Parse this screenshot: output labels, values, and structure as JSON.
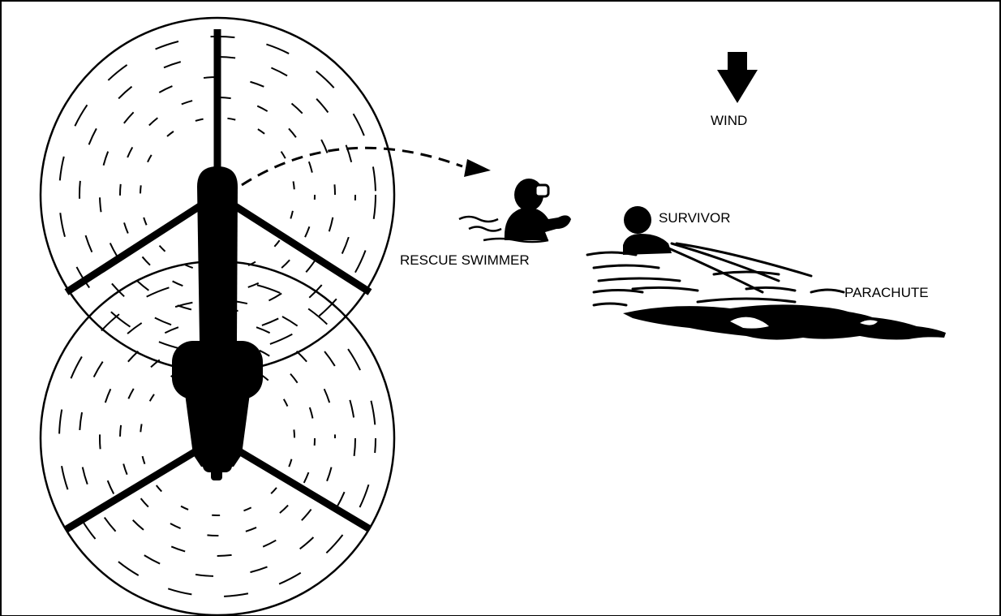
{
  "labels": {
    "wind": "WIND",
    "survivor": "SURVIVOR",
    "rescue_swimmer": "RESCUE SWIMMER",
    "parachute": "PARACHUTE"
  },
  "colors": {
    "ink": "#000000",
    "paper": "#ffffff"
  },
  "icons": {
    "helicopter": "tandem-rotor-helicopter-icon",
    "wind_arrow": "arrow-down-icon",
    "swimmer": "rescue-swimmer-icon",
    "survivor": "survivor-icon",
    "parachute": "parachute-canopy-icon"
  }
}
